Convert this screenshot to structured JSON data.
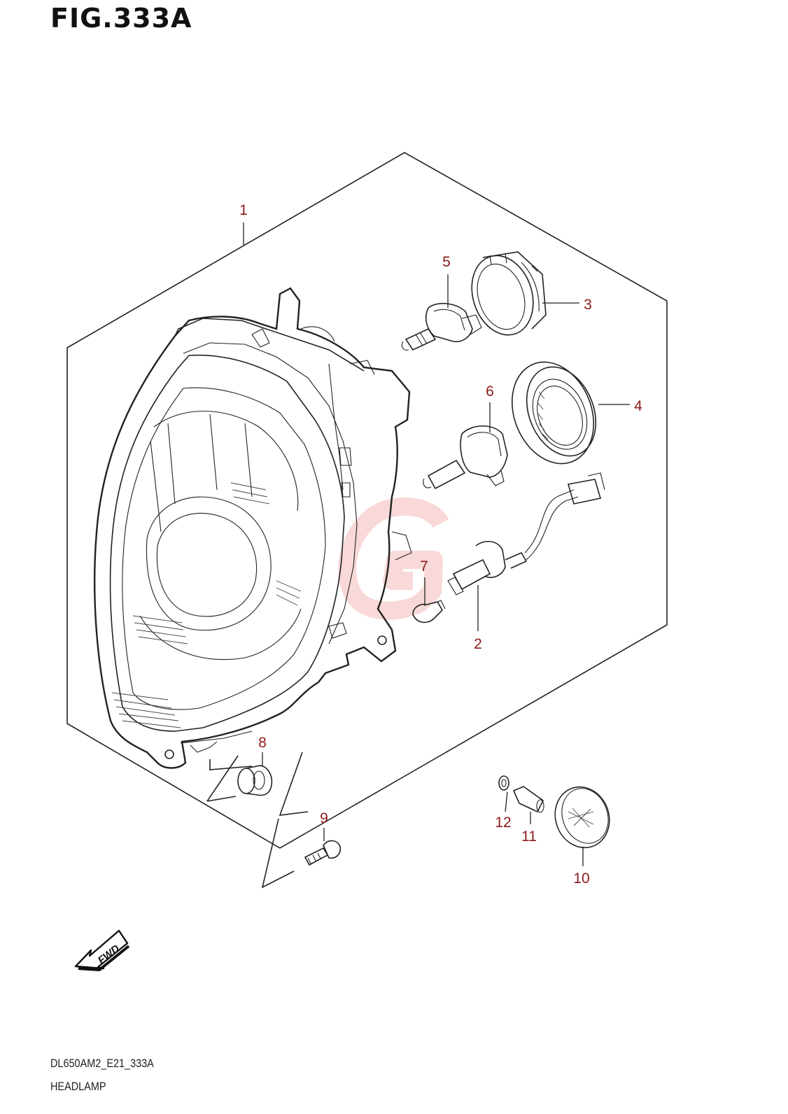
{
  "figure": {
    "title": "FIG.333A",
    "code": "DL650AM2_E21_333A",
    "name": "HEADLAMP",
    "fwd_label": "FWD"
  },
  "colors": {
    "callout": "#8b1a1a",
    "line": "#222222",
    "watermark": "#f2b8b8"
  },
  "callouts": [
    {
      "id": "1",
      "label": "1"
    },
    {
      "id": "2",
      "label": "2"
    },
    {
      "id": "3",
      "label": "3"
    },
    {
      "id": "4",
      "label": "4"
    },
    {
      "id": "5",
      "label": "5"
    },
    {
      "id": "6",
      "label": "6"
    },
    {
      "id": "7",
      "label": "7"
    },
    {
      "id": "8",
      "label": "8"
    },
    {
      "id": "9",
      "label": "9"
    },
    {
      "id": "10",
      "label": "10"
    },
    {
      "id": "11",
      "label": "11"
    },
    {
      "id": "12",
      "label": "12"
    }
  ]
}
